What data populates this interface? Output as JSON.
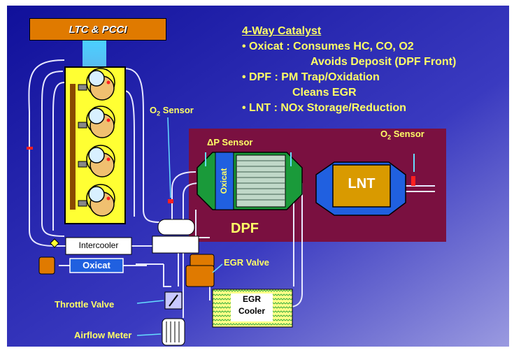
{
  "banner": {
    "text": "LTC & PCCI"
  },
  "catalyst": {
    "title": "4-Way Catalyst",
    "lines": [
      "• Oxicat : Consumes HC, CO, O2",
      "Avoids Deposit (DPF Front)",
      "• DPF : PM Trap/Oxidation",
      "Cleans EGR",
      "• LNT : NOx Storage/Reduction"
    ]
  },
  "labels": {
    "o2_left_main": "O",
    "o2_left_sub": "2",
    "o2_left_rest": " Sensor",
    "o2_right_main": "O",
    "o2_right_sub": "2",
    "o2_right_rest": " Sensor",
    "dp_sensor": "ΔP Sensor",
    "oxicat_vertical": "Oxicat",
    "lnt": "LNT",
    "dpf": "DPF",
    "intercooler": "Intercooler",
    "oxicat_box": "Oxicat",
    "egr_valve": "EGR Valve",
    "egr_cooler_1": "EGR",
    "egr_cooler_2": "Cooler",
    "throttle_valve": "Throttle Valve",
    "airflow_meter": "Airflow Meter"
  },
  "colors": {
    "bg_top": "#1a1aa0",
    "bg_bottom": "#8a8ad8",
    "engine_yellow": "#ffff33",
    "banner_orange": "#e07a00",
    "dpf_panel": "#7a1040",
    "catalyst_green": "#1a9a3a",
    "lnt_fill": "#d99a00",
    "heading_yellow": "#ffff66",
    "sensor_red": "#ff2020",
    "sensor_cyan": "#66ddff"
  }
}
